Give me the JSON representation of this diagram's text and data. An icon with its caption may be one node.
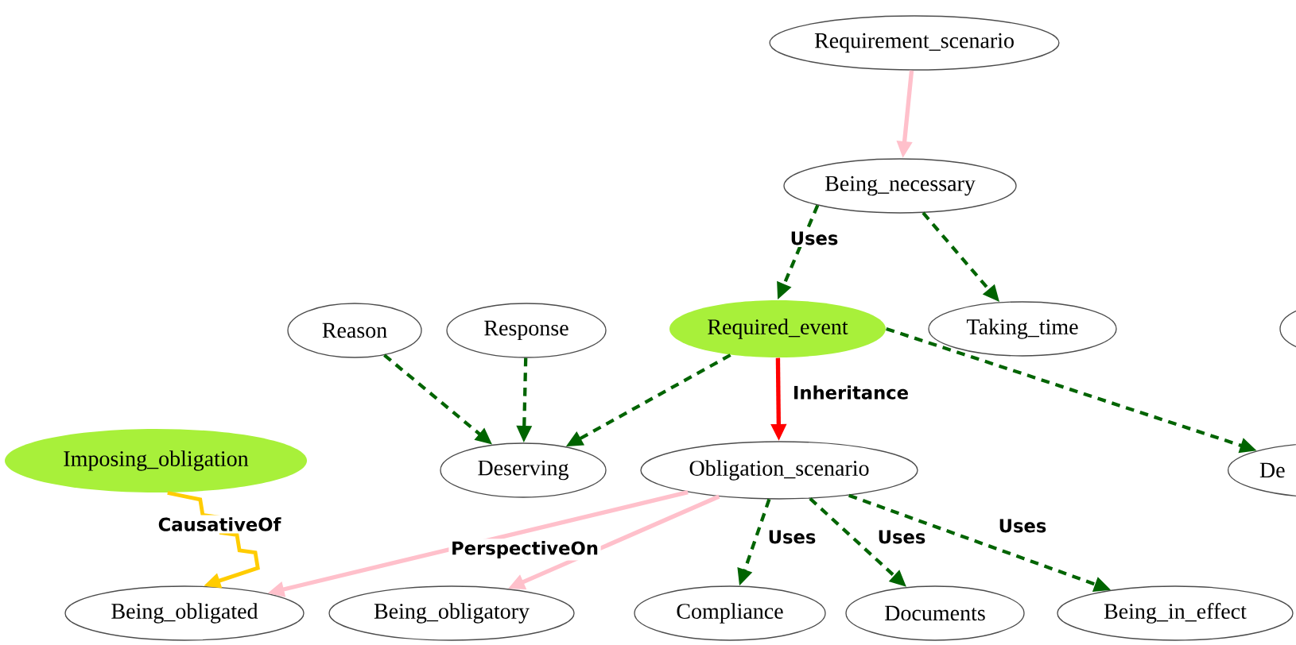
{
  "diagram": {
    "nodes": [
      {
        "text": [
          "Requirement_scenario"
        ]
      },
      {
        "text": [
          "Being_necessary"
        ]
      },
      {
        "text": [
          "Reason"
        ]
      },
      {
        "text": [
          "Response"
        ]
      },
      {
        "text": [
          "Required_event"
        ]
      },
      {
        "text": [
          "Taking_time"
        ]
      },
      {
        "text": [],
        "shape": "ellipse"
      },
      {
        "text": [
          "Imposing_obligation"
        ]
      },
      {
        "text": [
          "Deserving"
        ]
      },
      {
        "text": [
          "Obligation_scenario"
        ]
      },
      {
        "text": [
          "De"
        ]
      },
      {
        "text": [
          "Being_obligated"
        ]
      },
      {
        "text": [
          "Being_obligatory"
        ]
      },
      {
        "text": [
          "Compliance"
        ]
      },
      {
        "text": [
          "Documents"
        ]
      },
      {
        "text": [
          "Being_in_effect"
        ]
      }
    ],
    "edges": [
      {
        "from": 0,
        "to": 1,
        "arrow": "to",
        "color": "#ffc0cb"
      },
      {
        "from": 1,
        "to": 4,
        "arrow": "to",
        "label": "Uses",
        "style": "dashed"
      },
      {
        "from": 1,
        "to": 5,
        "arrow": "to",
        "style": "dashed"
      },
      {
        "from": 2,
        "to": 8,
        "arrow": "to",
        "style": "dashed"
      },
      {
        "from": 3,
        "to": 8,
        "arrow": "to",
        "style": "dashed"
      },
      {
        "from": 4,
        "to": 8,
        "arrow": "to",
        "style": "dashed"
      },
      {
        "from": 4,
        "to": 9,
        "arrow": "to",
        "label": "Inheritance",
        "color": "#ff0000"
      },
      {
        "from": 4,
        "to": 10,
        "arrow": "to",
        "style": "dashed"
      },
      {
        "from": 7,
        "to": 11,
        "arrow": "to",
        "label": "CausativeOf",
        "color": "#ffcc00"
      },
      {
        "from": 9,
        "to": 11,
        "arrow": "to",
        "color": "#ffc0cb"
      },
      {
        "from": 9,
        "to": 12,
        "arrow": "to",
        "label": "PerspectiveOn",
        "color": "#ffc0cb"
      },
      {
        "from": 9,
        "to": 13,
        "arrow": "to",
        "label": "Uses",
        "style": "dashed"
      },
      {
        "from": 9,
        "to": 14,
        "arrow": "to",
        "label": "Uses",
        "style": "dashed"
      },
      {
        "from": 9,
        "to": 15,
        "arrow": "to",
        "label": "Uses",
        "style": "dashed"
      }
    ]
  }
}
